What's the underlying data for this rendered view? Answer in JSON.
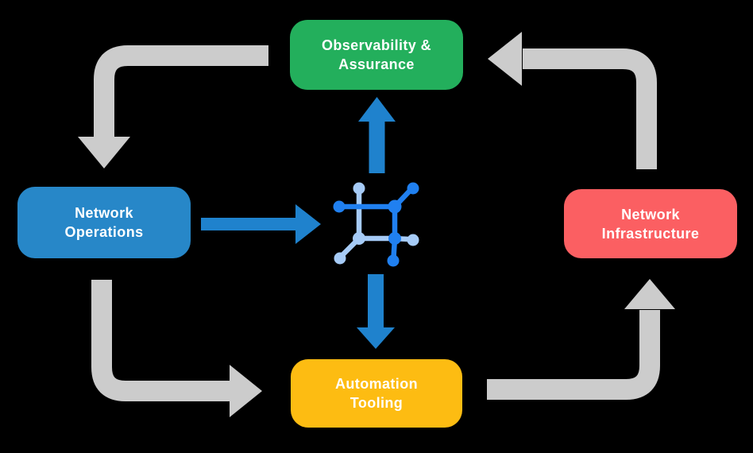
{
  "background": "#000000",
  "diagram": {
    "nodes": {
      "observability": {
        "lines": [
          "Observability &",
          "Assurance"
        ],
        "color": "#23AF5C"
      },
      "operations": {
        "lines": [
          "Network",
          "Operations"
        ],
        "color": "#2787C8"
      },
      "infrastructure": {
        "lines": [
          "Network",
          "Infrastructure"
        ],
        "color": "#FB5F62"
      },
      "automation": {
        "lines": [
          "Automation",
          "Tooling"
        ],
        "color": "#FDBC12"
      }
    },
    "center_icon": {
      "name": "network-mesh-icon",
      "dark_blue": "#2080F0",
      "light_blue": "#A6CBF7"
    },
    "arrows": {
      "cycle_color": "#CCCCCC",
      "center_color": "#1F82CD",
      "flows": [
        {
          "from": "Observability & Assurance",
          "to": "Network Operations",
          "style": "gray-elbow"
        },
        {
          "from": "Network Operations",
          "to": "Automation Tooling",
          "style": "gray-elbow"
        },
        {
          "from": "Automation Tooling",
          "to": "Network Infrastructure",
          "style": "gray-elbow"
        },
        {
          "from": "Network Infrastructure",
          "to": "Observability & Assurance",
          "style": "gray-elbow"
        },
        {
          "from": "Network Operations",
          "to": "center-icon",
          "style": "blue-straight"
        },
        {
          "from": "center-icon",
          "to": "Observability & Assurance",
          "style": "blue-straight"
        },
        {
          "from": "center-icon",
          "to": "Automation Tooling",
          "style": "blue-straight"
        }
      ]
    }
  }
}
